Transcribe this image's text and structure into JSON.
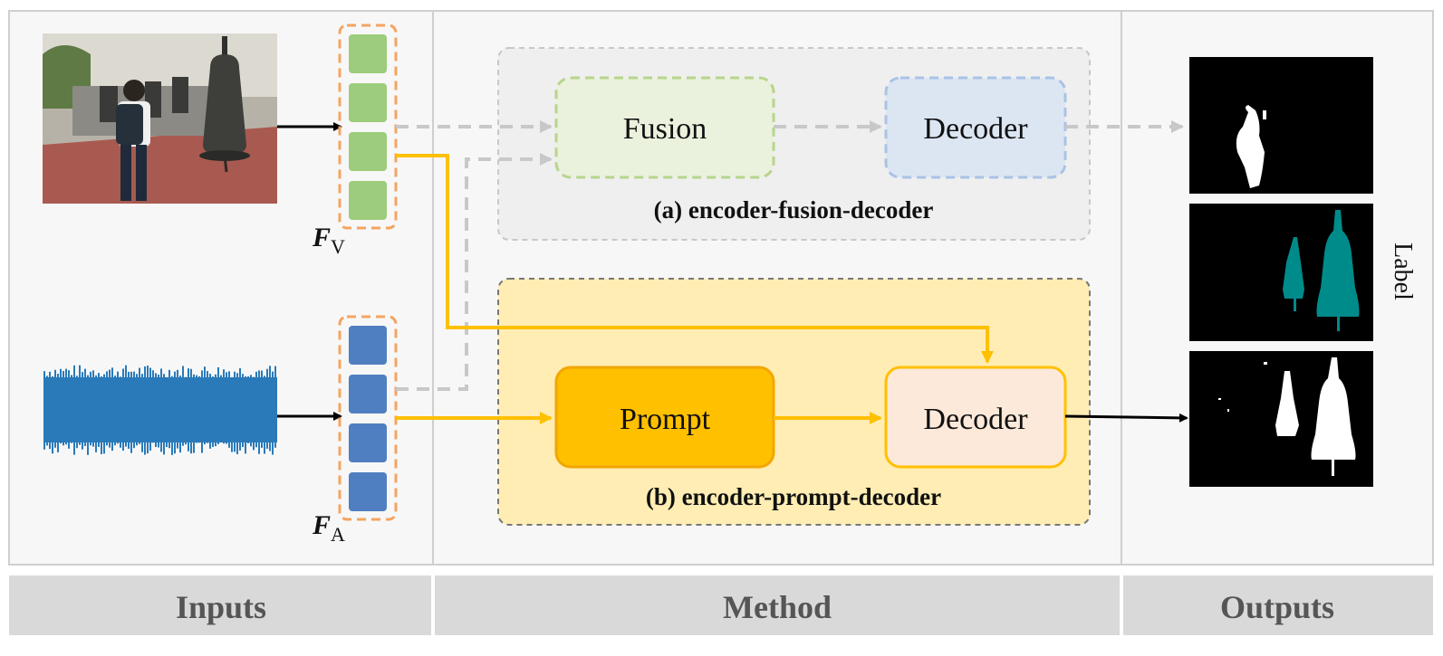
{
  "inputs": {
    "visual_feature": {
      "symbol": "F",
      "subscript": "V"
    },
    "audio_feature": {
      "symbol": "F",
      "subscript": "A"
    }
  },
  "method": {
    "fusion_path": {
      "fusion_box": "Fusion",
      "decoder_box": "Decoder",
      "caption": "(a) encoder-fusion-decoder"
    },
    "prompt_path": {
      "prompt_box": "Prompt",
      "decoder_box": "Decoder",
      "caption": "(b) encoder-prompt-decoder"
    }
  },
  "outputs": {
    "label_text": "Label"
  },
  "footer": {
    "inputs": "Inputs",
    "method": "Method",
    "outputs": "Outputs"
  },
  "colors": {
    "visual_feature": "#9ccc7c",
    "audio_feature": "#4f7fc0",
    "prompt_fill": "#ffc000",
    "prompt_arrow": "#ffc000",
    "fusion_fill": "#eaf1dd",
    "decoder_a_fill": "#dce6f2",
    "decoder_b_fill": "#fde9d9",
    "region_b": "#ffedb3",
    "dashed_orange": "#f4a460",
    "label_teal": "#008b8b"
  }
}
